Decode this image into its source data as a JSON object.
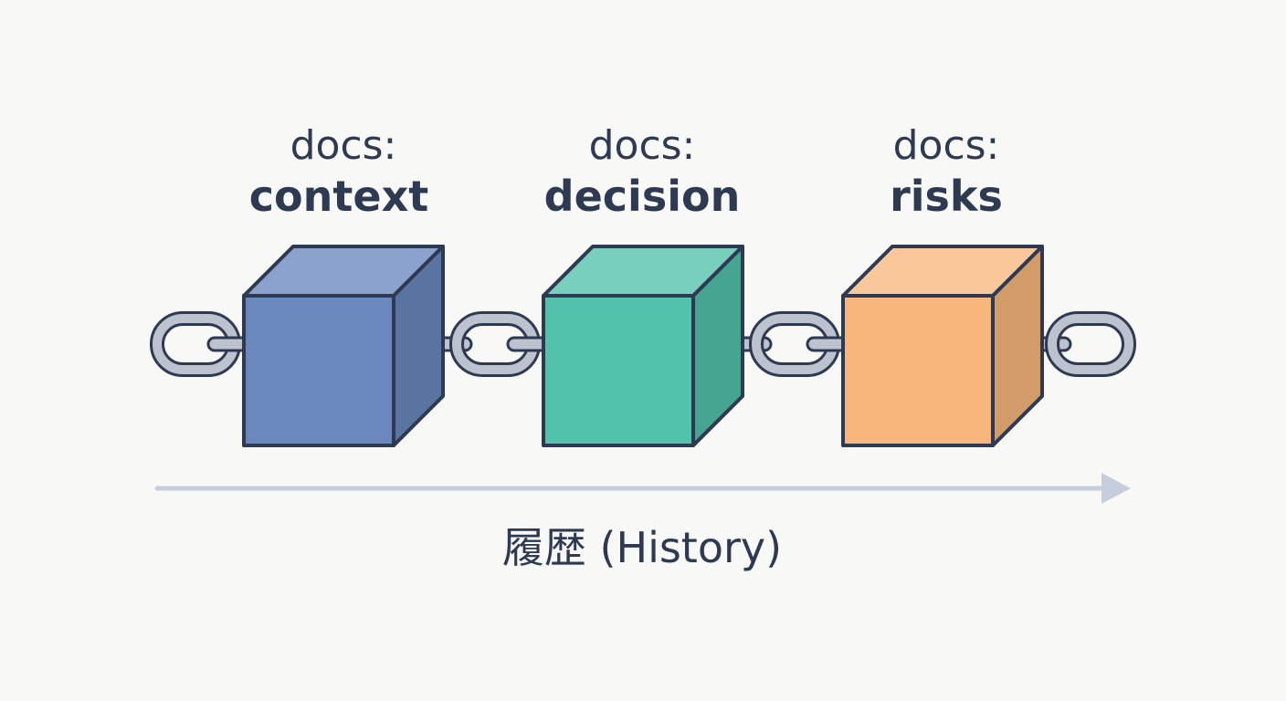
{
  "blocks": [
    {
      "prefix": "docs:",
      "name": "context",
      "color": "#6a88bd"
    },
    {
      "prefix": "docs:",
      "name": "decision",
      "color": "#52c2aa"
    },
    {
      "prefix": "docs:",
      "name": "risks",
      "color": "#f7b77c"
    }
  ],
  "timeline": {
    "label": "履歴 (History)"
  },
  "colors": {
    "outline": "#2d3a52",
    "chain": "#bcc3cf",
    "arrow": "#c5ceda",
    "background": "#f8f8f6"
  }
}
